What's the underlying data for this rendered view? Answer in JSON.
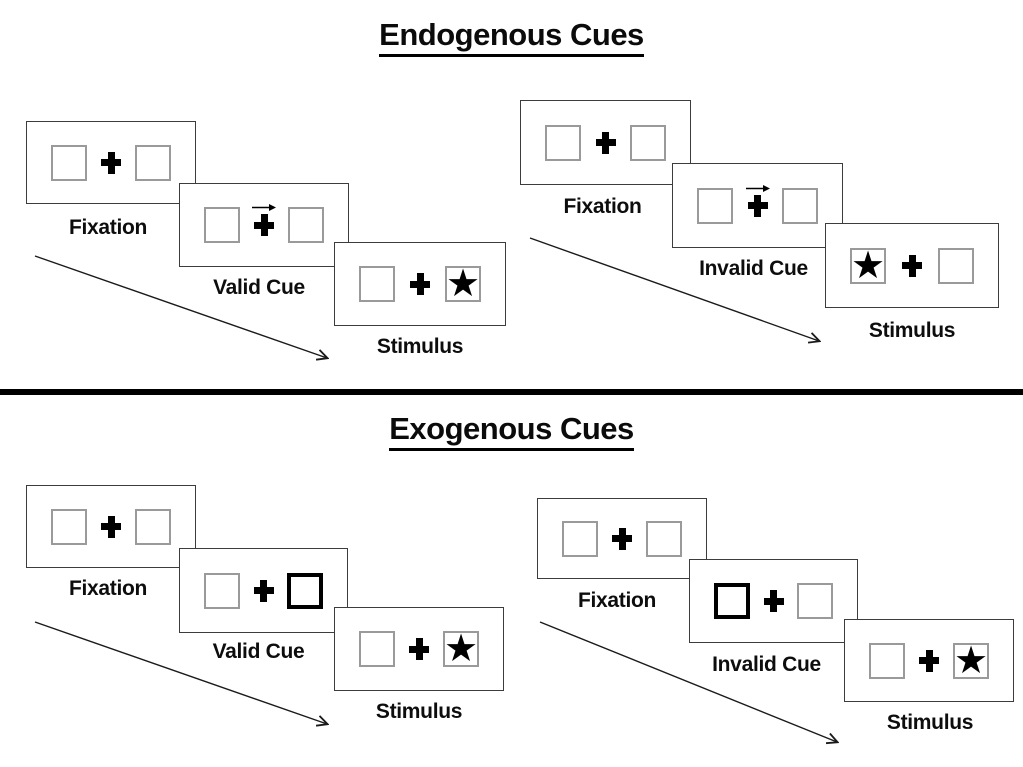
{
  "titles": {
    "endogenous": "Endogenous Cues",
    "exogenous": "Exogenous Cues"
  },
  "labels": {
    "fixation": "Fixation",
    "valid_cue": "Valid Cue",
    "invalid_cue": "Invalid Cue",
    "stimulus": "Stimulus"
  },
  "glyphs": {
    "star": "★"
  },
  "colors": {
    "background": "#ffffff",
    "ink": "#000000",
    "panel_border": "#3c3c3c",
    "placeholder_square_border": "#9a9a9a",
    "cue_square_border": "#000000"
  }
}
